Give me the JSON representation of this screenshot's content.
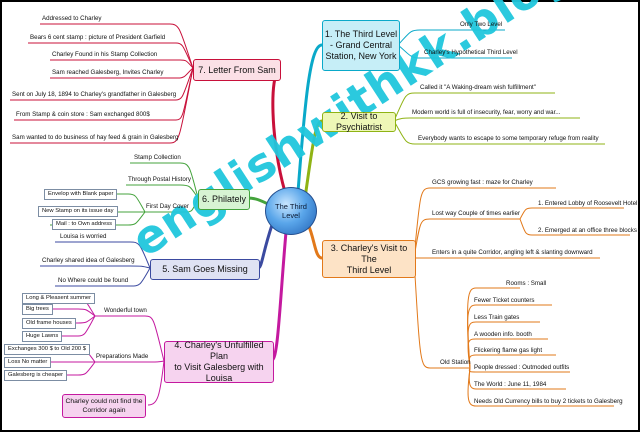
{
  "center": {
    "line1": "The Third",
    "line2": "Level"
  },
  "topics": {
    "t1": {
      "line1": "1. The Third Level",
      "line2": "- Grand Central",
      "line3": "Station, New York"
    },
    "t2": {
      "label": "2. Visit to Psychiatrist"
    },
    "t3": {
      "line1": "3. Charley's Visit to The",
      "line2": "Third Level"
    },
    "t4": {
      "line1": "4. Charley's Unfulfilled Plan",
      "line2": "to Visit Galesberg with Louisa"
    },
    "t5": {
      "label": "5. Sam Goes Missing"
    },
    "t6": {
      "label": "6. Philately"
    },
    "t7": {
      "label": "7. Letter From Sam"
    }
  },
  "t1_items": [
    "Only Two Level",
    "Charley's Hypothetical Third Level"
  ],
  "t2_items": [
    "Called it \"A Waking-dream wish fulfillment\"",
    "Modern world is full of insecurity, fear, worry and war...",
    "Everybody wants to escape to some temporary refuge from reality"
  ],
  "t3_items": {
    "gcs": "GCS growing fast : maze for Charley",
    "lost_way": "Lost way Couple of times earlier",
    "lost_sub": [
      "1. Entered Lobby of Roosevelt Hotel",
      "2. Emerged at an office three blocks away"
    ],
    "corridor": "Enters in a quite Corridor, angling left & slanting downward",
    "old_station": "Old Station",
    "old_sub": [
      "Rooms : Small",
      "Fewer Ticket counters",
      "Less Train gates",
      "A wooden info. booth",
      "Flickering flame gas light",
      "People dressed : Outmoded outfits",
      "The World : June 11, 1984",
      "Needs Old Currency bills to buy 2 tickets to Galesberg"
    ]
  },
  "t4_items": {
    "wonderful": "Wonderful town",
    "wonderful_sub": [
      "Long & Pleasent summer",
      "Big trees",
      "Old frame houses",
      "Huge Lawns"
    ],
    "prep": "Preparations Made",
    "prep_sub": [
      "Exchanges 300 $ to Old 200 $",
      "Loss No matter",
      "Galesberg is cheaper"
    ],
    "corridor_line1": "Charley could not find the",
    "corridor_line2": "Corridor again"
  },
  "t5_items": [
    "Louisa is worried",
    "Charley shared idea of Galesberg",
    "No Where could be found"
  ],
  "t6_items": {
    "stamp": "Stamp Collection",
    "history": "Through Postal History",
    "fdc": "First Day Cover",
    "fdc_sub": [
      "Envelop with Blank paper",
      "New Stamp on its issue day",
      "Mail : to Own address"
    ]
  },
  "t7_items": [
    "Addressed to Charley",
    "Bears 6 cent stamp : picture of President Garfield",
    "Charley Found in his Stamp Collection",
    "Sam reached Galesberg, Invites Charley",
    "Sent on July 18, 1894 to Charley's grandfather in Galesberg",
    "From Stamp & coin store : Sam exchanged 800$",
    "Sam wanted to do business of hay feed & grain in Galesberg"
  ],
  "watermark": "englishwithkk.blogspot.com",
  "colors": {
    "t7": "#c8103a",
    "t1": "#0aa9c9",
    "t2": "#8fb314",
    "t6": "#44a33c",
    "t5": "#3b4aa0",
    "t3": "#e2791a",
    "t4": "#c4199f",
    "watermark": "#20c7dd"
  }
}
